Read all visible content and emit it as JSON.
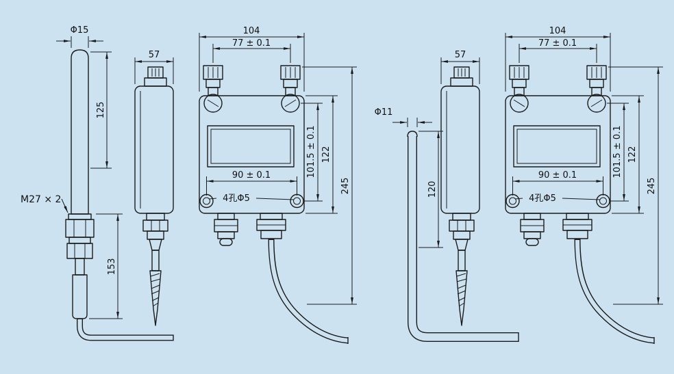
{
  "colors": {
    "background": "#cde2f1",
    "line": "#1a1a1a",
    "text": "#101010"
  },
  "left_view": {
    "probe_diameter": "Φ15",
    "probe_length": "125",
    "thread_spec": "M27 × 2",
    "stem_length": "153",
    "side_width": "57",
    "front_width": "104",
    "screw_spacing": "77 ± 0.1",
    "hole_spacing": "90 ± 0.1",
    "holes_note": "4孔Φ5",
    "hole_span": "101.5 ± 0.1",
    "body_height": "122",
    "overall_height": "245"
  },
  "right_view": {
    "probe_diameter": "Φ11",
    "probe_length": "120",
    "side_width": "57",
    "front_width": "104",
    "screw_spacing": "77 ± 0.1",
    "hole_spacing": "90 ± 0.1",
    "holes_note": "4孔Φ5",
    "hole_span": "101.5 ± 0.1",
    "body_height": "122",
    "overall_height": "245"
  }
}
